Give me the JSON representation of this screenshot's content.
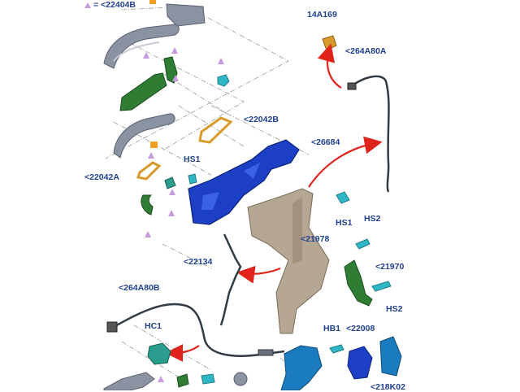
{
  "legend": {
    "text": "= <22404B",
    "marker_color": "#c89be0"
  },
  "colors": {
    "label": "#1f3f8f",
    "chrome": "#8b93a3",
    "green": "#2e7d32",
    "orange": "#d89a2b",
    "blue": "#1c3fc6",
    "tan": "#b6a694",
    "cyan": "#2fb7c7",
    "teal": "#2a9d8f",
    "cable": "#333b44",
    "arrow_red": "#e0241b",
    "guide": "#9a9a9a"
  },
  "callouts": {
    "c_14A169": "14A169",
    "c_264A80A": "<264A80A",
    "c_22042B": "<22042B",
    "c_26684": "<26684",
    "c_HS1_left": "HS1",
    "c_22042A": "<22042A",
    "c_HS1_right": "HS1",
    "c_HS2_top": "HS2",
    "c_21978": "<21978",
    "c_22134": "<22134",
    "c_21970": "<21970",
    "c_HS2_bottom": "HS2",
    "c_264A80B": "<264A80B",
    "c_HC1": "HC1",
    "c_HB1": "HB1",
    "c_22008": "<22008",
    "c_218K02": "<218K02"
  }
}
